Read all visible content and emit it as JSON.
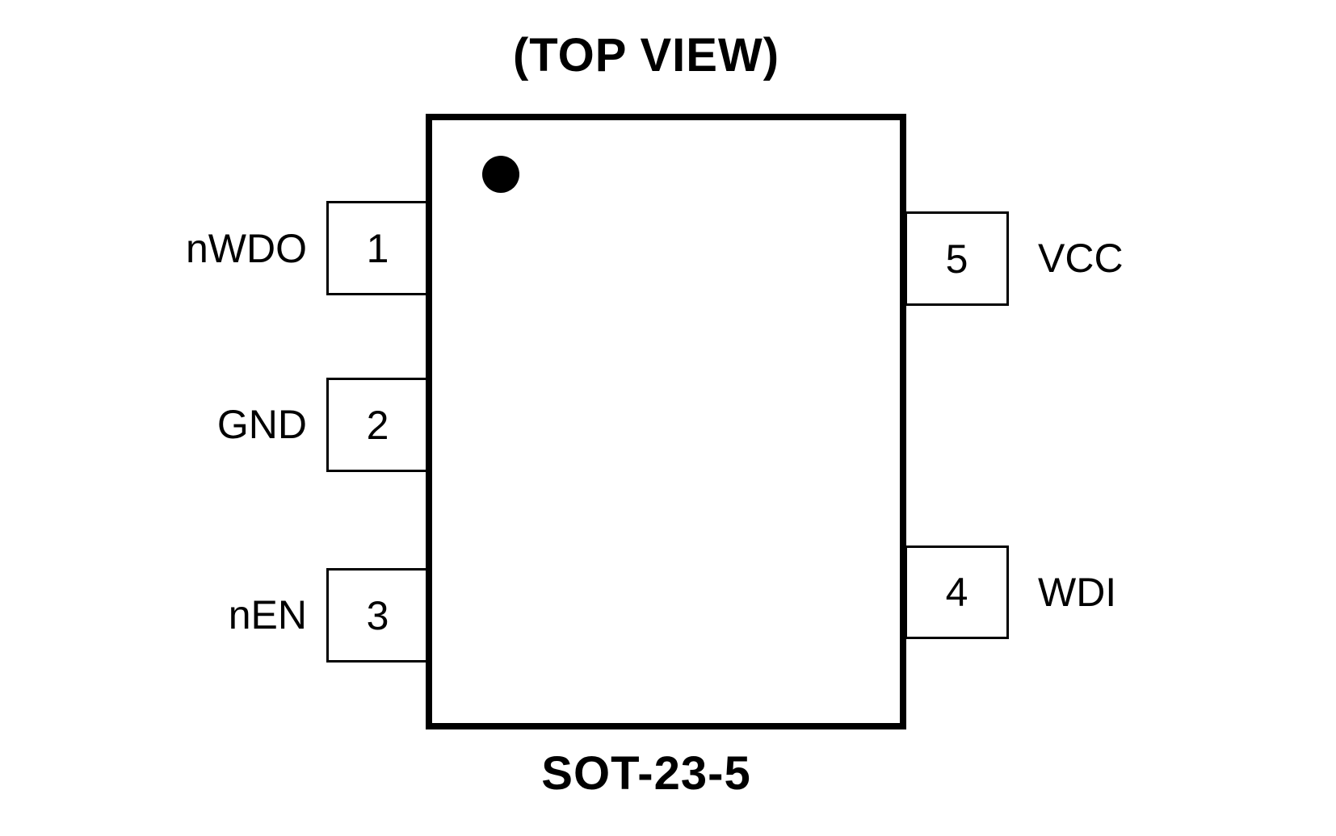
{
  "diagram": {
    "title": "(TOP VIEW)",
    "package_name": "SOT-23-5",
    "colors": {
      "line": "#000000",
      "background": "#ffffff",
      "body_fill": "#ffffff"
    },
    "pin1_marker": "filled-circle-dot",
    "pins": {
      "left": [
        {
          "number": "1",
          "name": "nWDO"
        },
        {
          "number": "2",
          "name": "GND"
        },
        {
          "number": "3",
          "name": "nEN"
        }
      ],
      "right": [
        {
          "number": "5",
          "name": "VCC"
        },
        {
          "number": "4",
          "name": "WDI"
        }
      ]
    }
  }
}
